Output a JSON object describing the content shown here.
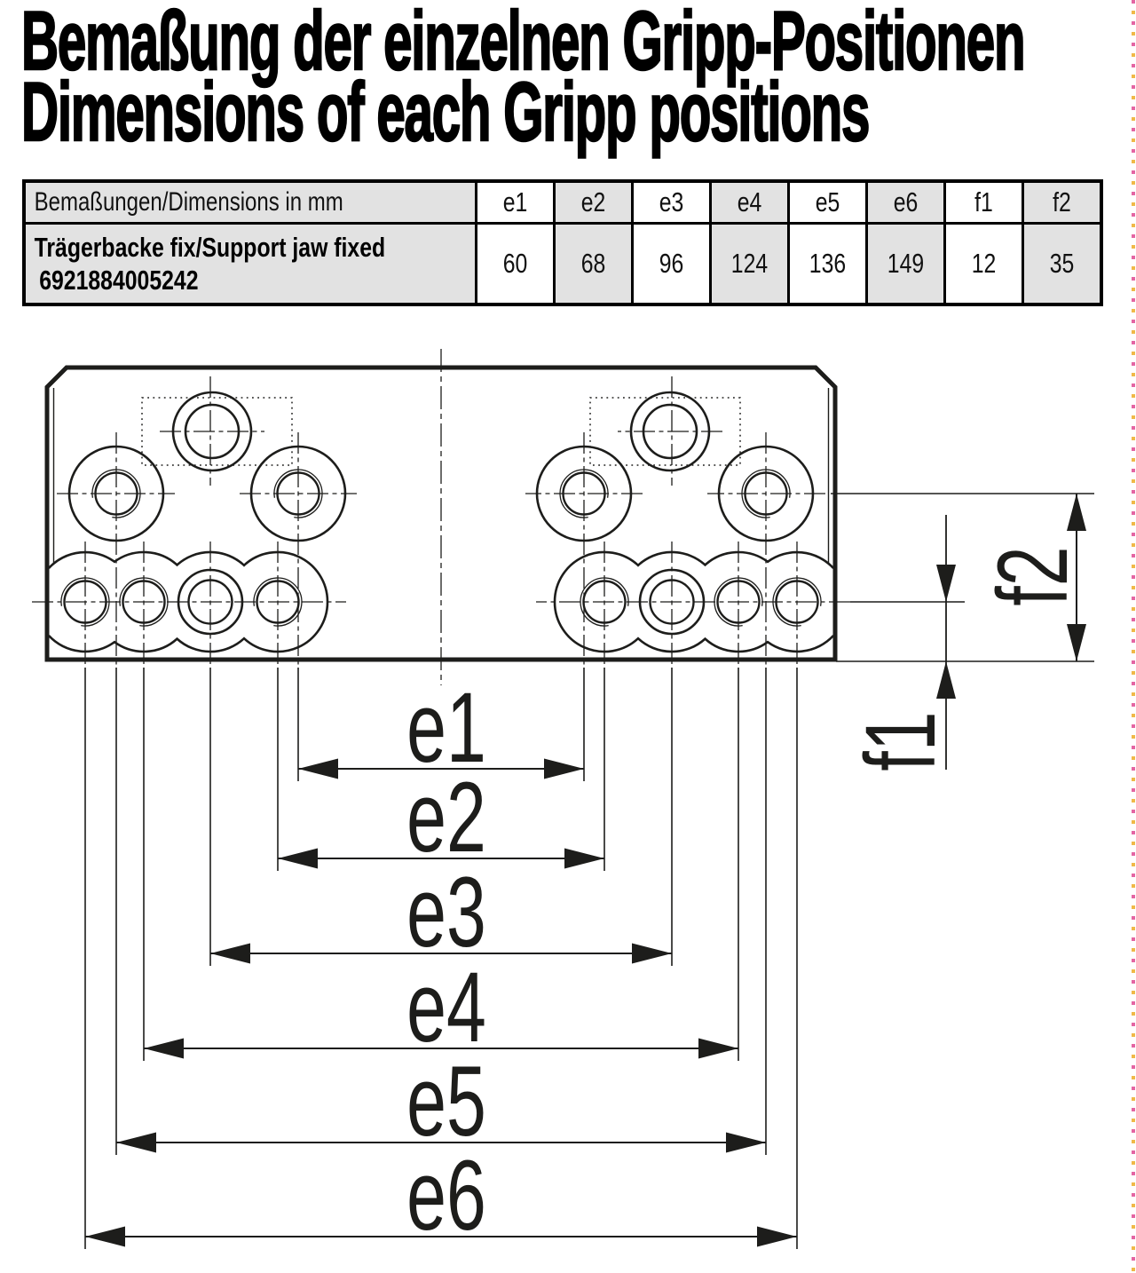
{
  "title": {
    "line1": "Bemaßung der einzelnen Gripp-Positionen",
    "line2": "Dimensions of each Gripp positions"
  },
  "table": {
    "header_label": "Bemaßungen/Dimensions in mm",
    "columns": [
      "e1",
      "e2",
      "e3",
      "e4",
      "e5",
      "e6",
      "f1",
      "f2"
    ],
    "row_label_line1": "Trägerbacke fix/Support jaw fixed",
    "row_label_line2": "6921884005242",
    "values": [
      "60",
      "68",
      "96",
      "124",
      "136",
      "149",
      "12",
      "35"
    ],
    "shade_color": "#e2e2e2",
    "border_color": "#000000"
  },
  "drawing": {
    "dimension_labels": {
      "e1": "e1",
      "e2": "e2",
      "e3": "e3",
      "e4": "e4",
      "e5": "e5",
      "e6": "e6",
      "f1": "f1",
      "f2": "f2"
    },
    "line_color": "#1d1d1b",
    "registration": {
      "pink": "#e465a3",
      "yellow": "#f0b948"
    }
  }
}
